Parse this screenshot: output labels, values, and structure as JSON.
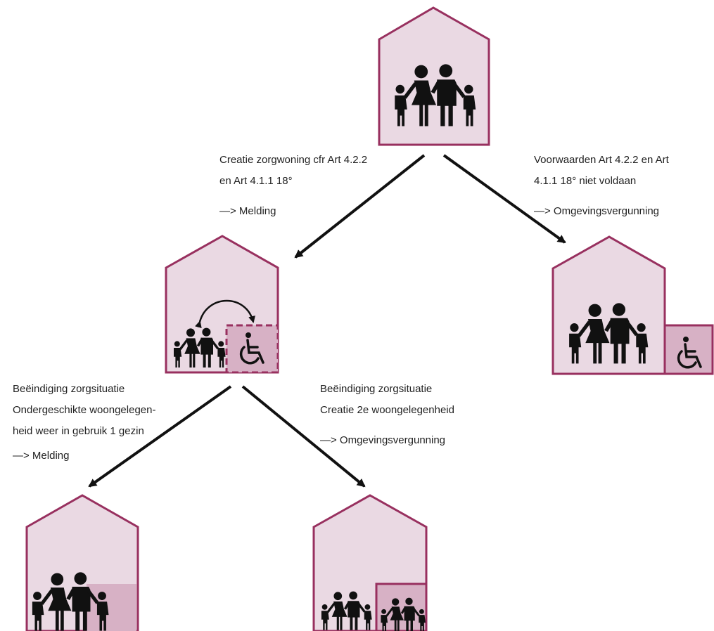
{
  "colors": {
    "house_fill": "#ead9e3",
    "house_stroke": "#98305f",
    "unit_fill": "#d7b1c5",
    "figure": "#111111",
    "arrow": "#111111"
  },
  "icons": {
    "family": "family-icon",
    "wheelchair": "wheelchair-icon",
    "swap_arrow": "curved-double-arrow-icon"
  },
  "labels": {
    "care_unit": {
      "line1": "Creatie zorgwoning cfr Art 4.2.2",
      "line2": "en Art 4.1.1 18°",
      "procedure": "—> Melding"
    },
    "not_met": {
      "line1": "Voorwaarden Art 4.2.2 en Art",
      "line2": "4.1.1 18° niet voldaan",
      "procedure": "—> Omgevingsvergunning"
    },
    "end_single": {
      "line1": "Beëindiging zorgsituatie",
      "line2": "Ondergeschikte woongelegen-",
      "line3": "heid weer in gebruik 1 gezin",
      "procedure": "—> Melding"
    },
    "end_second": {
      "line1": "Beëindiging zorgsituatie",
      "line2": "Creatie 2e woongelegenheid",
      "procedure": "—> Omgevingsvergunning"
    }
  }
}
